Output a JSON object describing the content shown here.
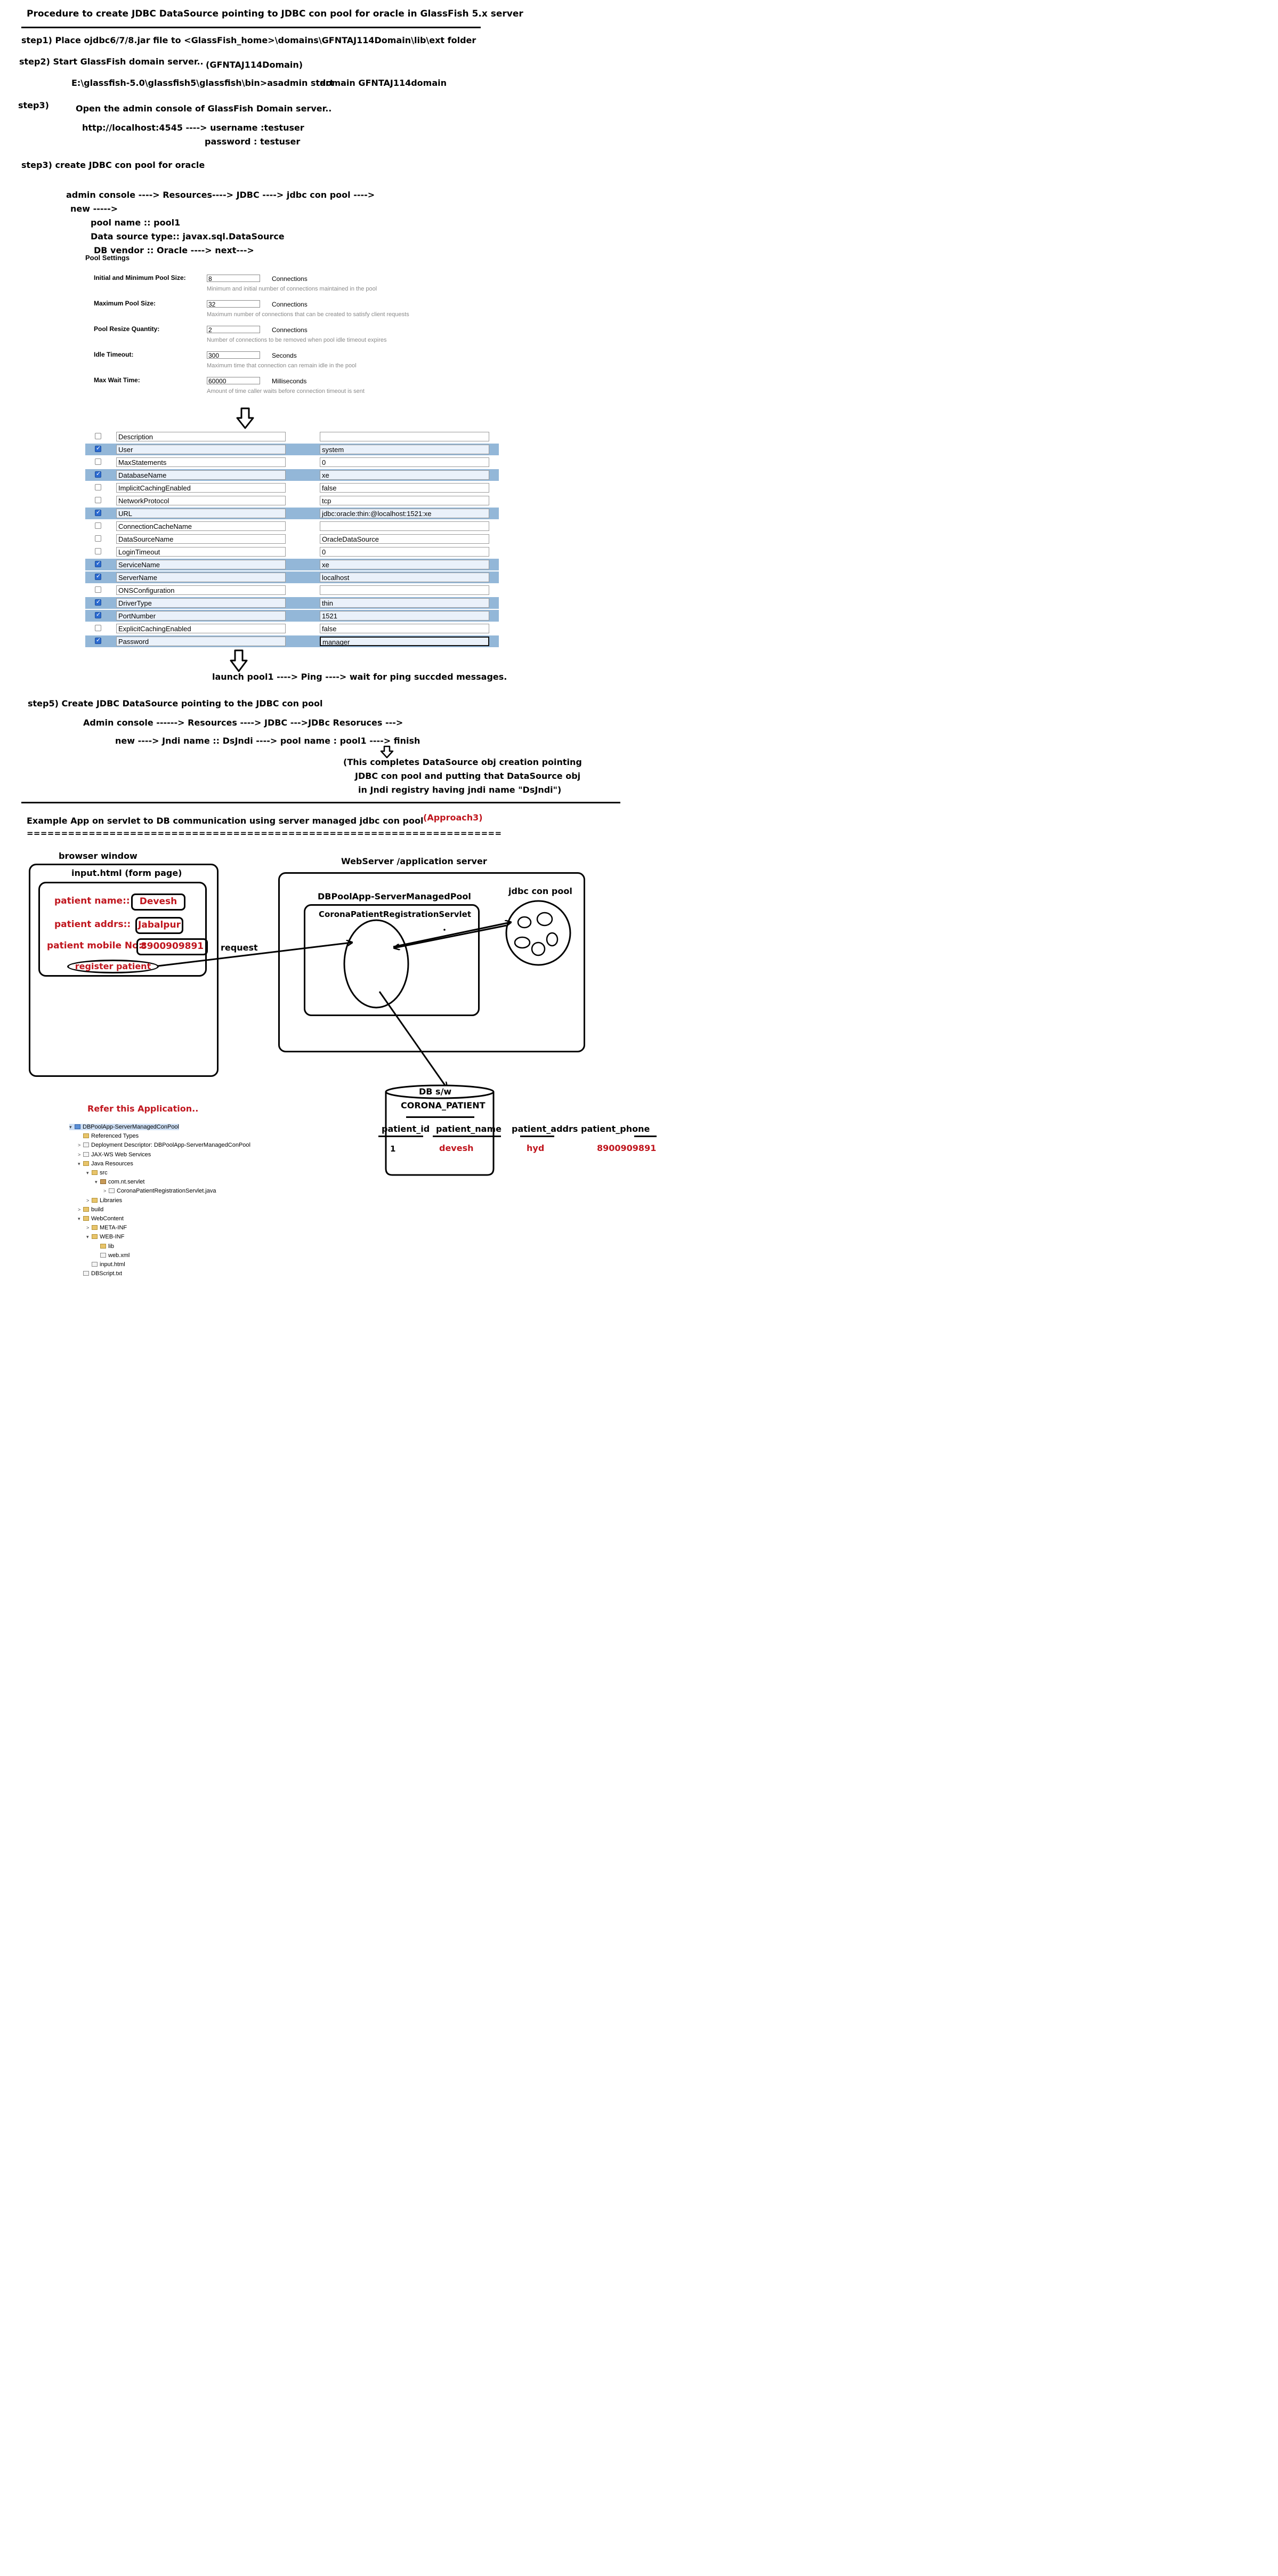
{
  "header": {
    "title": "Procedure to create  JDBC DataSource pointing to JDBC con pool for oracle in GlassFish 5.x server"
  },
  "steps": {
    "step1": "step1)  Place ojdbc6/7/8.jar file  to <GlassFish_home>\\domains\\GFNTAJ114Domain\\lib\\ext folder",
    "step2": "step2)  Start GlassFish domain server..",
    "step2_domain": "(GFNTAJ114Domain)",
    "step2_cmd_prefix": "E:\\glassfish-5.0\\glassfish5\\glassfish\\bin>asadmin start",
    "step2_cmd_suffix": "domain GFNTAJ114domain",
    "step3a": "step3)",
    "step3a_text": "Open the admin console of  GlassFish Domain server..",
    "step3a_url": "http://localhost:4545 ----> username :testuser",
    "step3a_pwd": "password : testuser",
    "step3b": "step3)  create JDBC con pool for oracle",
    "nav_path": "admin console ----> Resources----> JDBC ----> jdbc con pool ---->",
    "nav_new": "new ----->",
    "pool_name": "pool name :: pool1",
    "ds_type": "Data source type:: javax.sql.DataSource",
    "db_vendor": "DB  vendor :: Oracle  ----> next--->"
  },
  "pool_settings": {
    "title": "Pool Settings",
    "rows": [
      {
        "label": "Initial and Minimum Pool Size:",
        "value": "8",
        "unit": "Connections",
        "help": "Minimum and initial number of connections maintained in the pool"
      },
      {
        "label": "Maximum Pool Size:",
        "value": "32",
        "unit": "Connections",
        "help": "Maximum number of connections that can be created to satisfy client requests"
      },
      {
        "label": "Pool Resize Quantity:",
        "value": "2",
        "unit": "Connections",
        "help": "Number of connections to be removed when pool idle timeout expires"
      },
      {
        "label": "Idle Timeout:",
        "value": "300",
        "unit": "Seconds",
        "help": "Maximum time that connection can remain idle in the pool"
      },
      {
        "label": "Max Wait Time:",
        "value": "60000",
        "unit": "Milliseconds",
        "help": "Amount of time caller waits before connection timeout is sent"
      }
    ]
  },
  "properties": [
    {
      "name": "Description",
      "value": "",
      "checked": false
    },
    {
      "name": "User",
      "value": "system",
      "checked": true
    },
    {
      "name": "MaxStatements",
      "value": "0",
      "checked": false
    },
    {
      "name": "DatabaseName",
      "value": "xe",
      "checked": true
    },
    {
      "name": "ImplicitCachingEnabled",
      "value": "false",
      "checked": false
    },
    {
      "name": "NetworkProtocol",
      "value": "tcp",
      "checked": false
    },
    {
      "name": "URL",
      "value": "jdbc:oracle:thin:@localhost:1521:xe",
      "checked": true
    },
    {
      "name": "ConnectionCacheName",
      "value": "",
      "checked": false
    },
    {
      "name": "DataSourceName",
      "value": "OracleDataSource",
      "checked": false
    },
    {
      "name": "LoginTimeout",
      "value": "0",
      "checked": false
    },
    {
      "name": "ServiceName",
      "value": "xe",
      "checked": true
    },
    {
      "name": "ServerName",
      "value": "localhost",
      "checked": true
    },
    {
      "name": "ONSConfiguration",
      "value": "",
      "checked": false
    },
    {
      "name": "DriverType",
      "value": "thin",
      "checked": true
    },
    {
      "name": "PortNumber",
      "value": "1521",
      "checked": true
    },
    {
      "name": "ExplicitCachingEnabled",
      "value": "false",
      "checked": false
    },
    {
      "name": "Password",
      "value": "manager",
      "checked": true
    }
  ],
  "after_table": {
    "launch": "launch pool1 ----> Ping ---->   wait for ping succded messages.",
    "step5": "step5)   Create  JDBC DataSource pointing to the JDBC con pool",
    "step5_path": "Admin console ------> Resources ----> JDBC --->JDBc Resoruces --->",
    "step5_new": "new ---->  Jndi name :: DsJndi ----> pool name : pool1 ----> finish",
    "note1": "(This completes  DataSource obj creation pointing",
    "note2": "JDBC con pool and putting that DataSource obj",
    "note3": "in Jndi registry having jndi name \"DsJndi\")"
  },
  "example": {
    "title": "Example App  on servlet to DB communication using server managed jdbc con pool",
    "approach": "(Approach3)",
    "divider": "=====================================================================",
    "browser_window": "browser window",
    "form_page": "input.html (form page)",
    "name_label": "patient name::",
    "name_value": "Devesh",
    "addr_label": "patient addrs::",
    "addr_value": "Jabalpur",
    "mobile_label": "patient mobile No::",
    "mobile_value": "8900909891",
    "register": "register patient",
    "request": "request",
    "server_label": "WebServer /application server",
    "app_label": "DBPoolApp-ServerManagedPool",
    "servlet_label": "CoronaPatientRegistrationServlet",
    "pool_label": "jdbc con pool",
    "db_label": "DB s/w",
    "db_table": "CORONA_PATIENT",
    "db_cols": [
      "patient_id",
      "patient_name",
      "patient_addrs",
      "patient_phone"
    ],
    "db_row": [
      "1",
      "devesh",
      "hyd",
      "8900909891"
    ],
    "refer": "Refer this Application.."
  },
  "tree": [
    {
      "label": "DBPoolApp-ServerManagedConPool",
      "icon": "project-icon",
      "twisty": "▾"
    },
    {
      "label": "Referenced Types",
      "icon": "folder-icon",
      "twisty": ""
    },
    {
      "label": "Deployment Descriptor: DBPoolApp-ServerManagedConPool",
      "icon": "file-icon",
      "twisty": ">"
    },
    {
      "label": "JAX-WS Web Services",
      "icon": "file-icon",
      "twisty": ">"
    },
    {
      "label": "Java Resources",
      "icon": "folder-icon",
      "twisty": "▾"
    },
    {
      "label": "src",
      "icon": "folder-icon",
      "twisty": "▾"
    },
    {
      "label": "com.nt.servlet",
      "icon": "package-icon",
      "twisty": "▾"
    },
    {
      "label": "CoronaPatientRegistrationServlet.java",
      "icon": "file-icon",
      "twisty": ">"
    },
    {
      "label": "Libraries",
      "icon": "folder-icon",
      "twisty": ">"
    },
    {
      "label": "build",
      "icon": "folder-icon",
      "twisty": ">"
    },
    {
      "label": "WebContent",
      "icon": "folder-icon",
      "twisty": "▾"
    },
    {
      "label": "META-INF",
      "icon": "folder-icon",
      "twisty": ">"
    },
    {
      "label": "WEB-INF",
      "icon": "folder-icon",
      "twisty": "▾"
    },
    {
      "label": "lib",
      "icon": "folder-icon",
      "twisty": ""
    },
    {
      "label": "web.xml",
      "icon": "file-icon",
      "twisty": ""
    },
    {
      "label": "input.html",
      "icon": "file-icon",
      "twisty": ""
    },
    {
      "label": "DBScript.txt",
      "icon": "file-icon",
      "twisty": ""
    }
  ]
}
